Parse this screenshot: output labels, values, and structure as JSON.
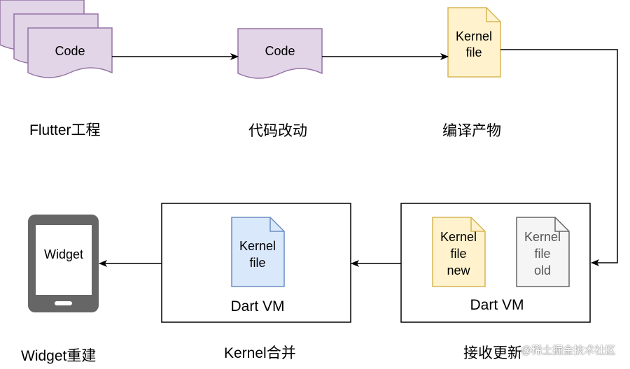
{
  "nodes": {
    "code_stack": "Code",
    "code_changed": "Code",
    "kernel_file": [
      "Kernel",
      "file"
    ],
    "kernel_new": [
      "Kernel",
      "file",
      "new"
    ],
    "kernel_old": [
      "Kernel",
      "file",
      "old"
    ],
    "kernel_merged": [
      "Kernel",
      "file"
    ],
    "widget_screen": "Widget"
  },
  "vm_labels": {
    "merge_vm": "Dart VM",
    "receive_vm": "Dart VM"
  },
  "captions": {
    "flutter_project": "Flutter工程",
    "code_change": "代码改动",
    "compile_output": "编译产物",
    "receive_update": "接收更新",
    "kernel_merge": "Kernel合并",
    "widget_rebuild": "Widget重建"
  },
  "watermark": "@稀土掘金技术社区",
  "colors": {
    "code_fill": "#e1d5e7",
    "code_stroke": "#9673a6",
    "yellow_fill": "#fff2cc",
    "yellow_stroke": "#d6b656",
    "blue_fill": "#dae8fc",
    "blue_stroke": "#6c8ebf",
    "gray_fill": "#f5f5f5",
    "gray_stroke": "#666666",
    "phone": "#666666"
  }
}
